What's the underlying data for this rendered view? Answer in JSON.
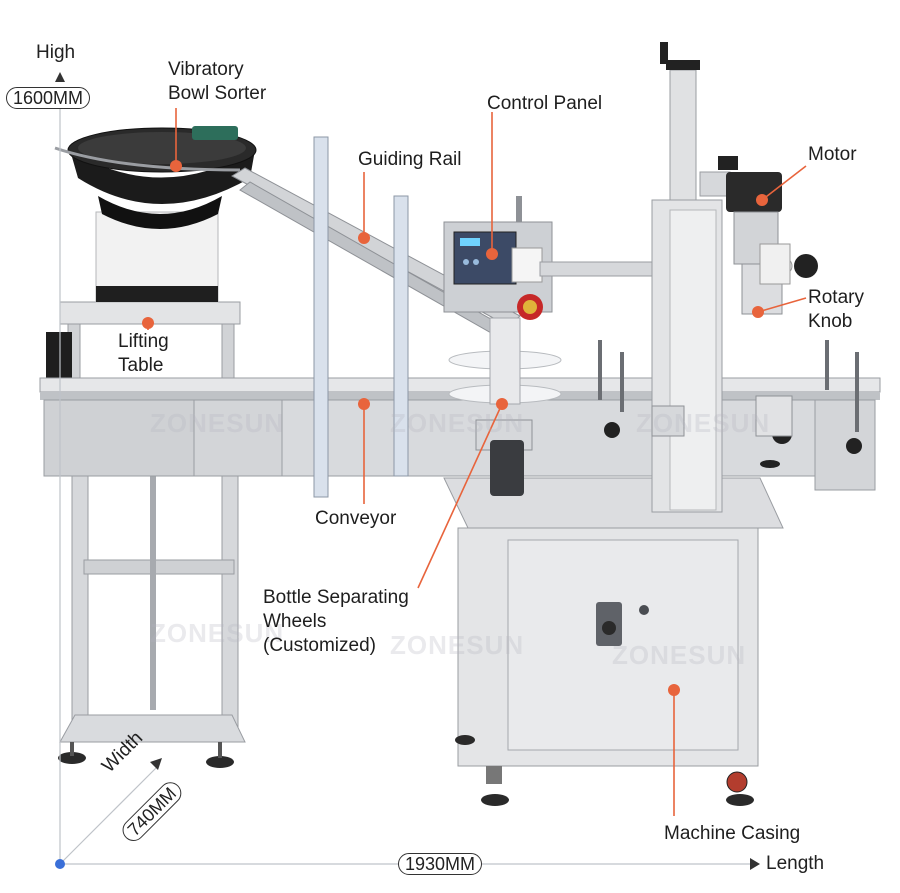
{
  "colors": {
    "callout": "#e8643c",
    "axis": "#3a6fd8",
    "steel": "#c9cbcf",
    "steel_dark": "#8c8f94",
    "black_part": "#1f1f1f"
  },
  "dimensions": {
    "high_label": "High",
    "high_value": "1600MM",
    "width_label": "Width",
    "width_value": "740MM",
    "length_value": "1930MM",
    "length_label": "Length"
  },
  "callouts": {
    "vibratory_bowl_sorter": [
      "Vibratory",
      "Bowl Sorter"
    ],
    "control_panel": "Control Panel",
    "guiding_rail": "Guiding Rail",
    "motor": "Motor",
    "rotary_knob": [
      "Rotary",
      "Knob"
    ],
    "lifting_table": [
      "Lifting",
      "Table"
    ],
    "conveyor": "Conveyor",
    "bottle_separating_wheels": [
      "Bottle Separating",
      "Wheels",
      "(Customized)"
    ],
    "machine_casing": "Machine Casing"
  },
  "watermark": "ZONESUN"
}
